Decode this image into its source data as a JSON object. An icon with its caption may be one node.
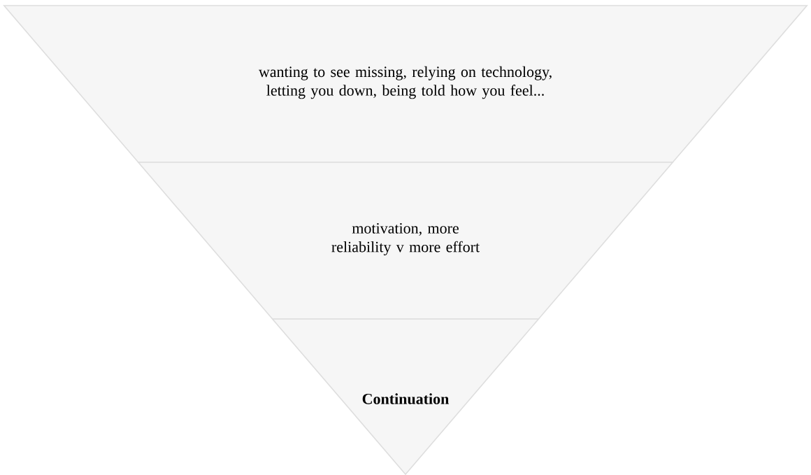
{
  "diagram": {
    "nodes": [
      {
        "text": [
          "wanting to see missing, relying on technology, letting you down, being told how you feel..."
        ]
      },
      {
        "text": [
          "motivation, more reliability v more effort"
        ]
      },
      {
        "text": [
          "Continuation"
        ]
      }
    ]
  }
}
